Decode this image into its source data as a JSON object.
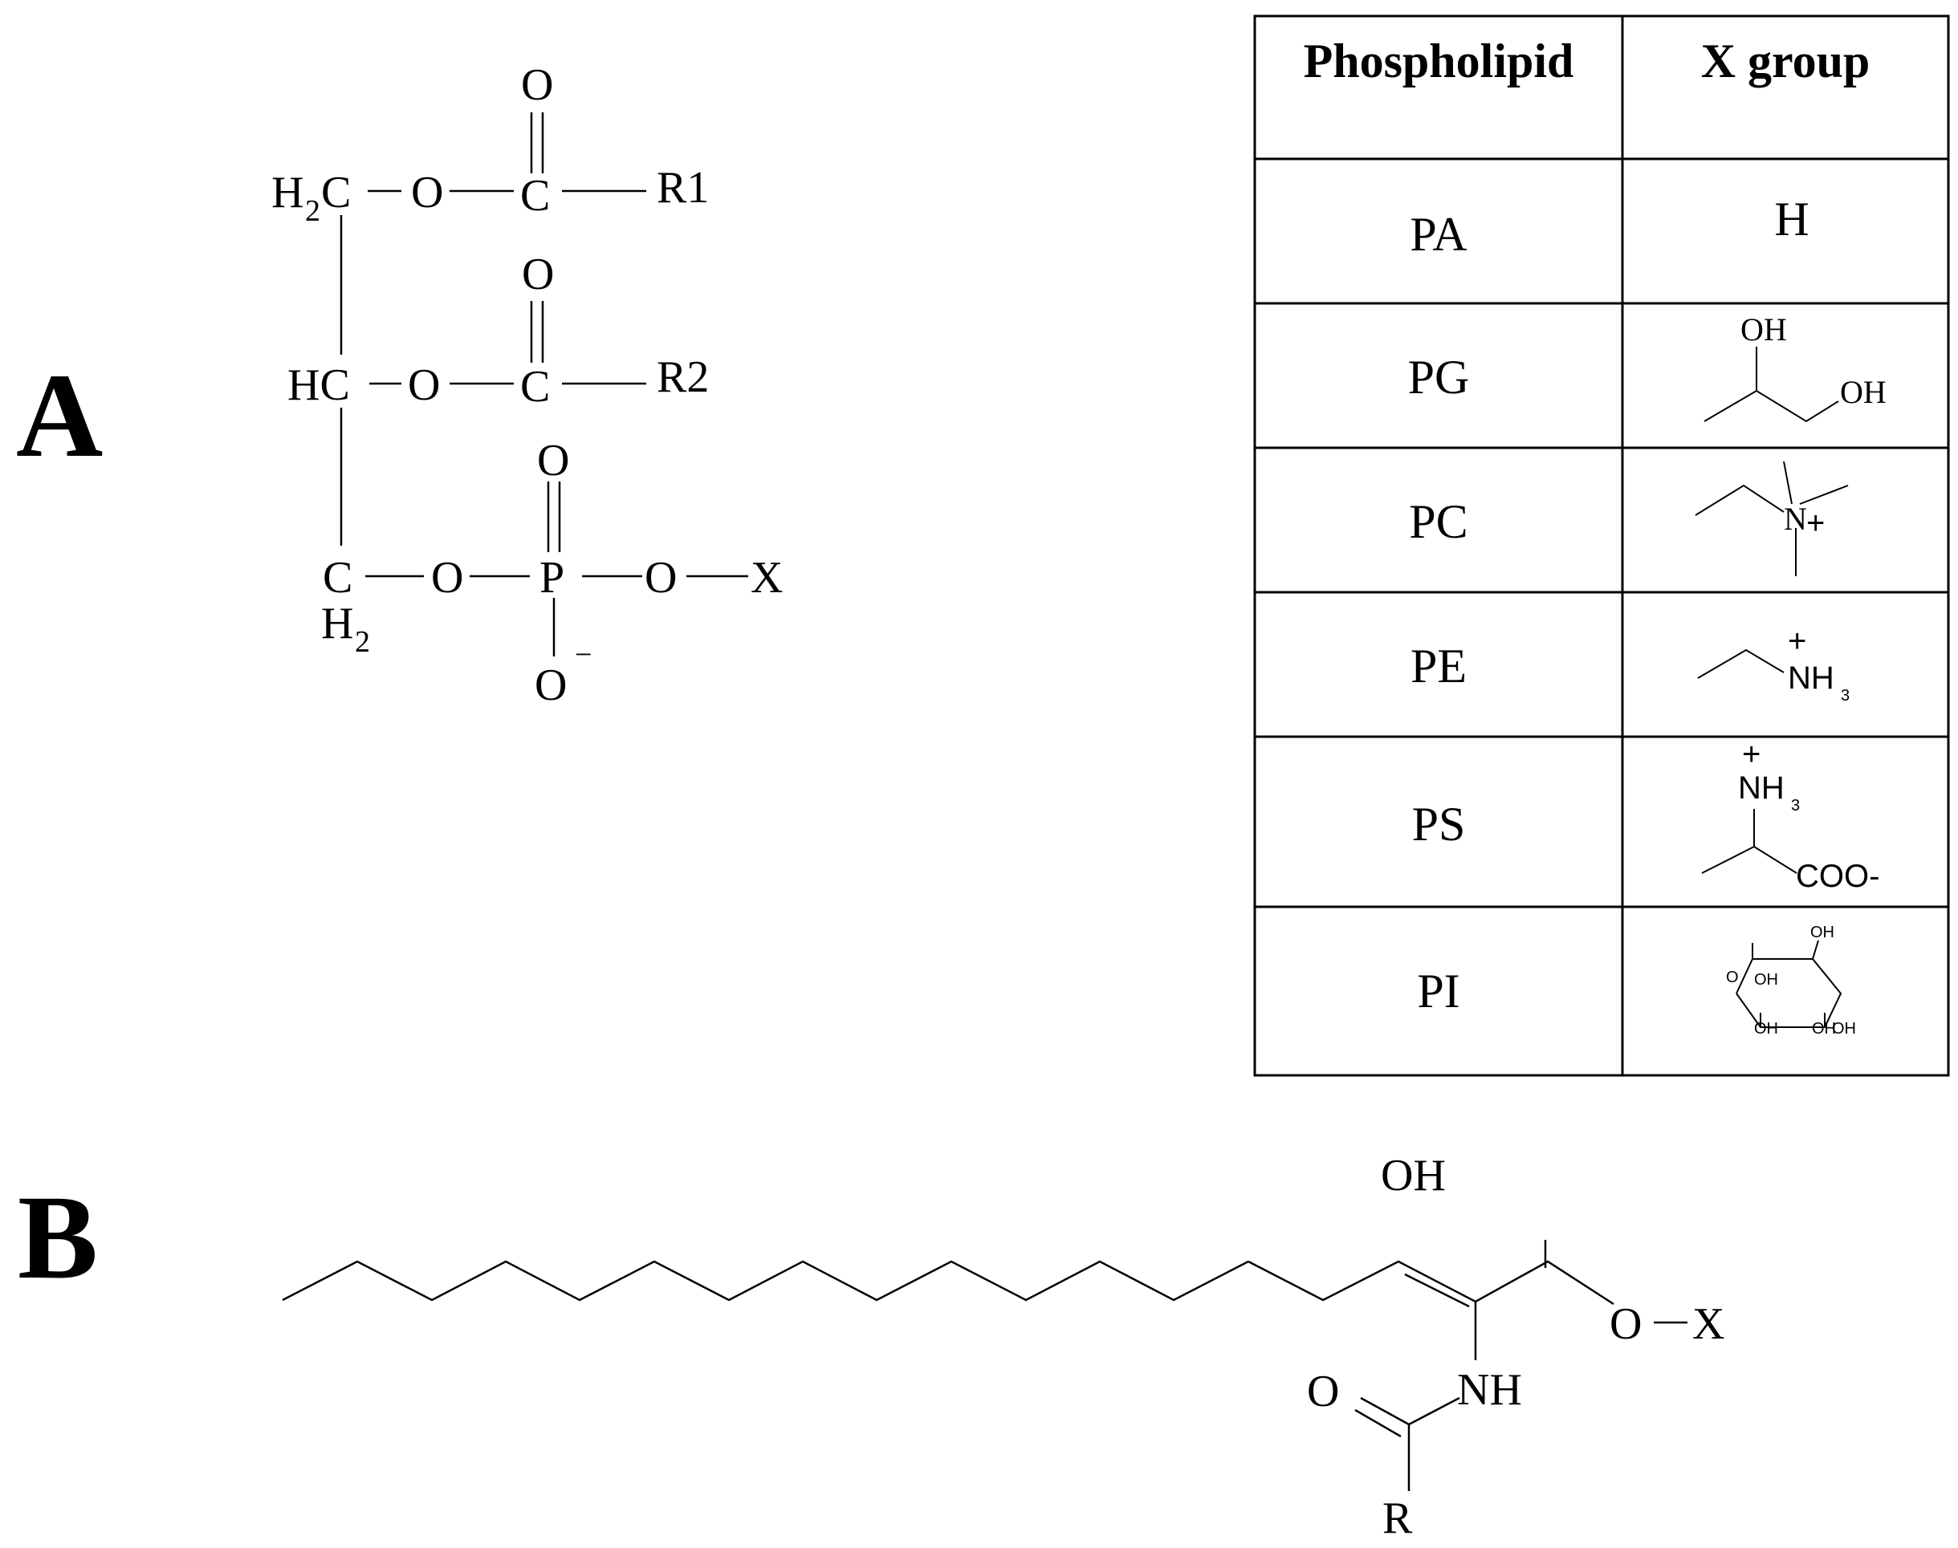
{
  "panels": {
    "a": "A",
    "b": "B"
  },
  "structure_a": {
    "rows": [
      {
        "carbon": "H",
        "carbon_sub": "2",
        "carbon_tail": "C",
        "link": "O",
        "center": "C",
        "center_double": "O",
        "end": "R1"
      },
      {
        "carbon": "HC",
        "link": "O",
        "center": "C",
        "center_double": "O",
        "end": "R2"
      },
      {
        "carbon": "C",
        "carbon_below": "H",
        "carbon_below_sub": "2",
        "link": "O",
        "center": "P",
        "center_double": "O",
        "center_single": "O",
        "charge": "−",
        "link2": "O",
        "end": "X"
      }
    ]
  },
  "table": {
    "headers": [
      "Phospholipid",
      "X group"
    ],
    "rows": [
      {
        "name": "PA",
        "group": {
          "type": "text",
          "label": "H"
        }
      },
      {
        "name": "PG",
        "group": {
          "type": "glycerol",
          "labels": [
            "OH",
            "OH"
          ]
        }
      },
      {
        "name": "PC",
        "group": {
          "type": "choline",
          "labels": [
            "N",
            "+"
          ]
        }
      },
      {
        "name": "PE",
        "group": {
          "type": "ethanolamine",
          "labels": [
            "+",
            "NH",
            "3"
          ]
        }
      },
      {
        "name": "PS",
        "group": {
          "type": "serine",
          "labels": [
            "+",
            "NH",
            "3",
            "COO-"
          ]
        }
      },
      {
        "name": "PI",
        "group": {
          "type": "inositol",
          "labels": [
            "OH",
            "O",
            "OH",
            "OH",
            "OH",
            "OH"
          ]
        }
      }
    ]
  },
  "structure_b": {
    "labels": {
      "hydroxyl": "OH",
      "amine": "NH",
      "carbonyl_o": "O",
      "acyl": "R",
      "ether_o": "O",
      "x": "X"
    }
  }
}
